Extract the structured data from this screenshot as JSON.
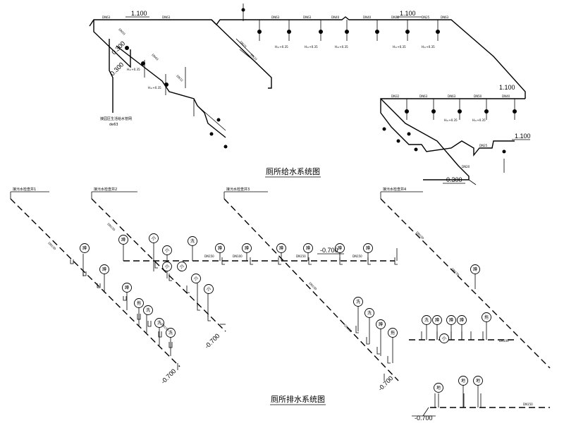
{
  "titles": {
    "supply": "厕所给水系统图",
    "drainage": "厕所排水系统图"
  },
  "supply_labels": {
    "elev_top_left": "1.100",
    "elev_top_right": "1.100",
    "elev_right_mid": "1.100",
    "elev_right_lower": "1.100",
    "elev_bottom": "0.300",
    "elev_diag1": "0.300",
    "elev_diag2": "0.300",
    "note": "接园区生活给水管网",
    "note_sub": "de63",
    "pipe_sizes": [
      "DN63",
      "DN50",
      "DN40",
      "DN32",
      "DN25",
      "DN20",
      "DN63",
      "DN63",
      "DN63",
      "DN40",
      "DN40",
      "DN32",
      "DN25",
      "DN63",
      "DN63",
      "DN63",
      "DN50",
      "DN40",
      "DN32",
      "DN25",
      "DN20"
    ],
    "fixture_tags": [
      "H=+0.35",
      "H=+0.35",
      "H=+0.35",
      "H=+0.35",
      "H=+0.35",
      "H=+0.35",
      "H=+0.35",
      "H=+0.35",
      "H=+0.35"
    ]
  },
  "drainage_labels": {
    "risers": [
      "接污水检查井1",
      "接污水检查井2",
      "接污水检查井3",
      "接污水检查井4"
    ],
    "elev_mid": "-0.700",
    "elev_left": "-0.700",
    "elev_center": "-0.700",
    "elev_right": "-0.700",
    "elev_bottom": "-0.700",
    "pipe_sizes": [
      "DN100",
      "DN150",
      "DN150",
      "DN150",
      "DN100",
      "DN150",
      "DN150",
      "DN100",
      "DN150",
      "DN100",
      "DN150",
      "DN100",
      "DN150"
    ]
  },
  "fixtures": {
    "group1": [
      "蹲",
      "蹲",
      "蹲",
      "拖",
      "洗",
      "洗",
      "洗"
    ],
    "group2": [
      "蹲",
      "小",
      "小",
      "小",
      "小",
      "小",
      "小"
    ],
    "group3": [
      "洗",
      "蹲",
      "蹲",
      "蹲",
      "蹲",
      "蹲",
      "蹲"
    ],
    "group4": [
      "洗",
      "洗",
      "蹲",
      "拖"
    ],
    "group5": [
      "洗",
      "蹲",
      "蹲",
      "蹲",
      "蹲",
      "小",
      "拖"
    ],
    "group6": [
      "地",
      "地",
      "地"
    ]
  },
  "colors": {
    "line": "#000000",
    "background": "#ffffff"
  }
}
